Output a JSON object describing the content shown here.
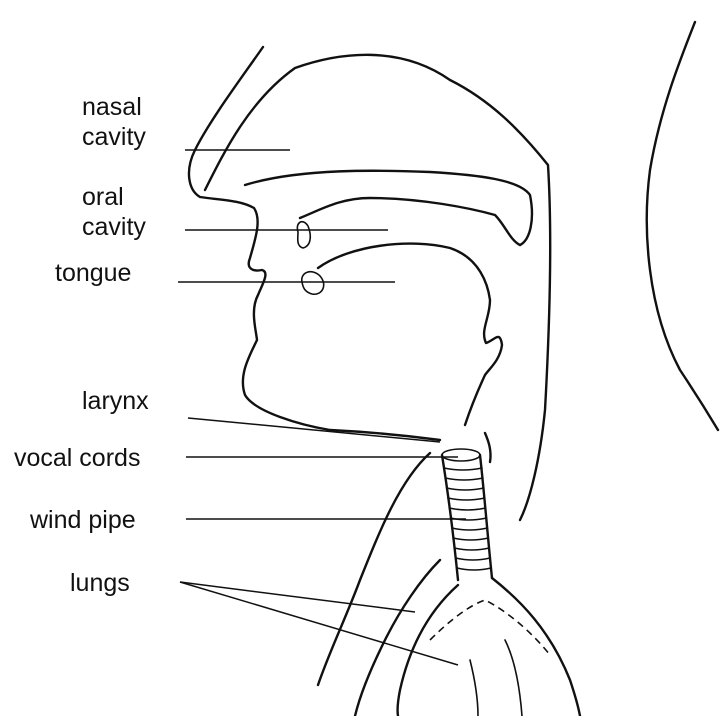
{
  "labels": {
    "nasal_cavity": [
      "nasal",
      "cavity"
    ],
    "oral_cavity": [
      "oral",
      "cavity"
    ],
    "tongue": "tongue",
    "larynx": "larynx",
    "vocal_cords": "vocal cords",
    "wind_pipe": "wind pipe",
    "lungs": "lungs"
  }
}
